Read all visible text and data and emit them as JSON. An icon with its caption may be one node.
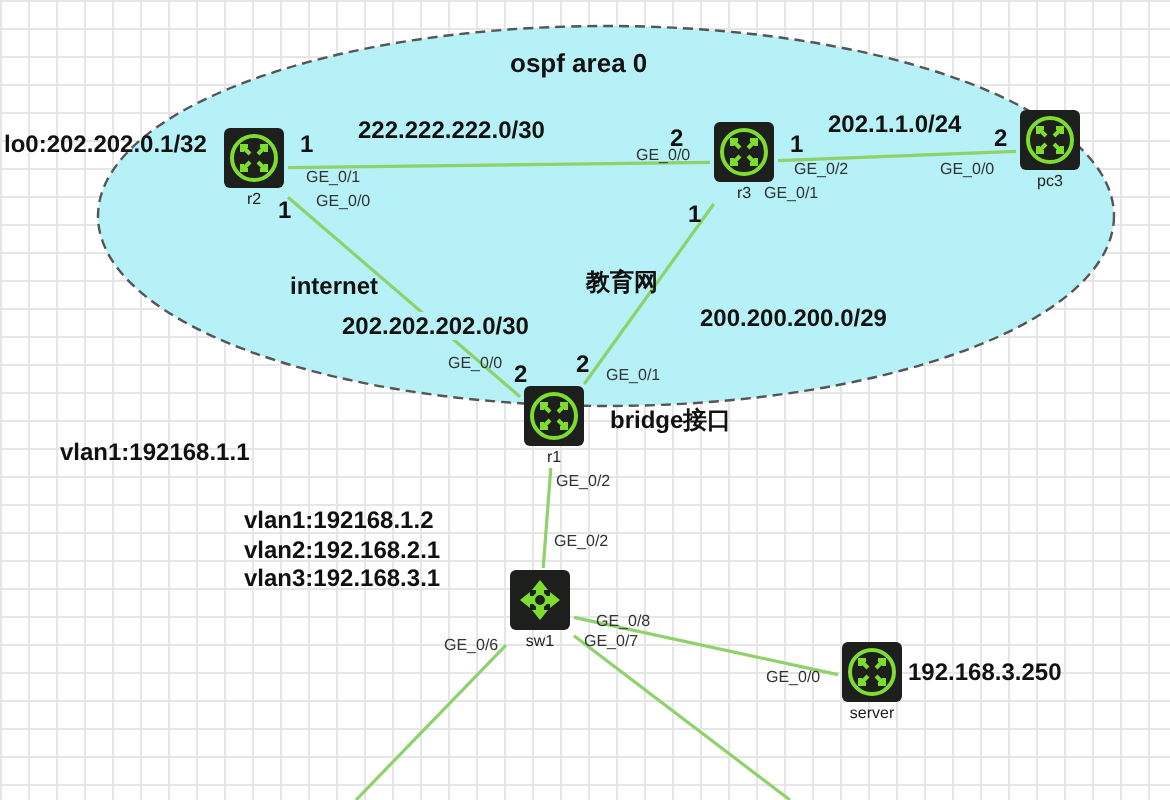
{
  "diagram": {
    "nodes": [
      {
        "text": [
          "ospf area 0"
        ]
      },
      {
        "text": [
          "r2"
        ],
        "in": 0,
        "beside": [
          "lo0:202.202.0.1/32"
        ]
      },
      {
        "text": [
          "r3"
        ],
        "in": 0
      },
      {
        "text": [
          "pc3"
        ],
        "in": 0
      },
      {
        "text": [
          "r1"
        ],
        "beside": [
          "bridge接口"
        ]
      },
      {
        "text": [
          "sw1"
        ]
      },
      {
        "text": [
          "server"
        ],
        "beside": [
          "192.168.3.250"
        ]
      }
    ],
    "edges": [
      {
        "from": 1,
        "to": 2,
        "arrow": "none",
        "label": "222.222.222.0/30"
      },
      {
        "from": 2,
        "to": 3,
        "arrow": "none",
        "label": "202.1.1.0/24"
      },
      {
        "from": 1,
        "to": 4,
        "arrow": "none",
        "label": "202.202.202.0/30"
      },
      {
        "from": 2,
        "to": 4,
        "arrow": "none"
      },
      {
        "from": 4,
        "to": 5,
        "arrow": "none"
      },
      {
        "from": 5,
        "to": 6,
        "arrow": "none"
      },
      {
        "from": 5,
        "to": null,
        "arrow": "none"
      },
      {
        "from": 5,
        "to": null,
        "arrow": "none"
      }
    ],
    "labels": [
      "1",
      "GE_0/1",
      "2",
      "GE_0/0",
      "1",
      "GE_0/2",
      "2",
      "GE_0/0",
      "1",
      "GE_0/0",
      "GE_0/1",
      "1",
      "internet",
      "教育网",
      "200.200.200.0/29",
      "GE_0/0",
      "2",
      "2",
      "GE_0/1",
      "vlan1:192168.1.1",
      "GE_0/2",
      "vlan1:192168.1.2",
      "vlan2:192.168.2.1",
      "vlan3:192.168.3.1",
      "GE_0/2",
      "GE_0/6",
      "GE_0/8",
      "GE_0/7",
      "GE_0/0"
    ]
  }
}
